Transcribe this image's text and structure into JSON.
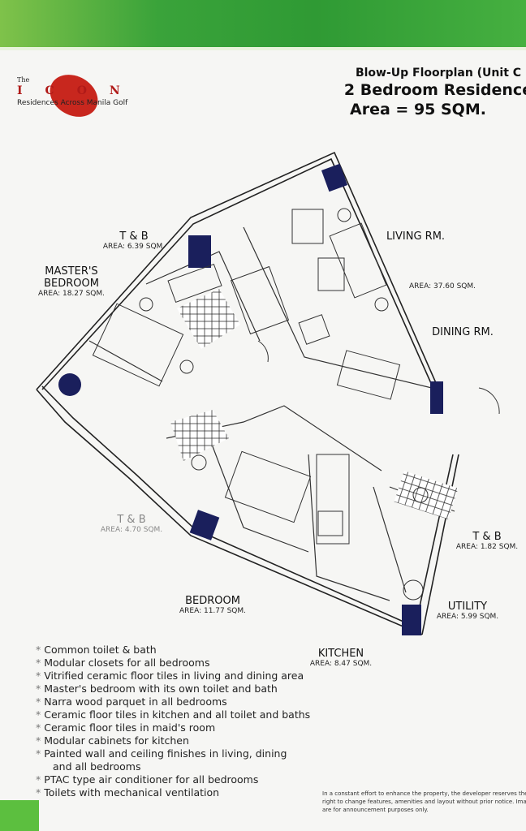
{
  "brand": {
    "logo_the": "The",
    "logo_name": "ICON",
    "logo_tagline": "Residences Across Manila Golf",
    "accent_color": "#3aa33a",
    "logo_color": "#c8271e",
    "wall_color": "#1a1f5c"
  },
  "heading": {
    "line1": "Blow-Up Floorplan (Unit C",
    "line2": "2 Bedroom Residence",
    "line3": "Area = 95 SQM."
  },
  "rooms": [
    {
      "name": "T & B",
      "area": "AREA: 6.39 SQM."
    },
    {
      "name": "MASTER'S",
      "name2": "BEDROOM",
      "area": "AREA: 18.27 SQM."
    },
    {
      "name": "LIVING RM.",
      "area": "AREA: 37.60 SQM."
    },
    {
      "name": "DINING RM."
    },
    {
      "name": "T & B",
      "area": "AREA: 4.70 SQM."
    },
    {
      "name": "T & B",
      "area": "AREA: 1.82 SQM."
    },
    {
      "name": "BEDROOM",
      "area": "AREA: 11.77 SQM."
    },
    {
      "name": "UTILITY",
      "area": "AREA: 5.99 SQM."
    },
    {
      "name": "KITCHEN",
      "area": "AREA: 8.47 SQM."
    }
  ],
  "features": [
    "Common toilet & bath",
    "Modular closets for all bedrooms",
    "Vitrified ceramic floor tiles in living and dining area",
    "Master's bedroom with its own toilet and bath",
    "Narra wood parquet in all bedrooms",
    "Ceramic floor tiles in kitchen and all toilet and baths",
    "Ceramic floor tiles in maid's room",
    "Modular cabinets for kitchen",
    "Painted wall and ceiling finishes in living, dining",
    "and all bedrooms",
    "PTAC type air conditioner for all bedrooms",
    "Toilets with mechanical ventilation"
  ],
  "disclaimer": "In a constant effort to enhance the property, the developer reserves the right to change features, amenities and layout without prior notice. Images are for announcement purposes only."
}
